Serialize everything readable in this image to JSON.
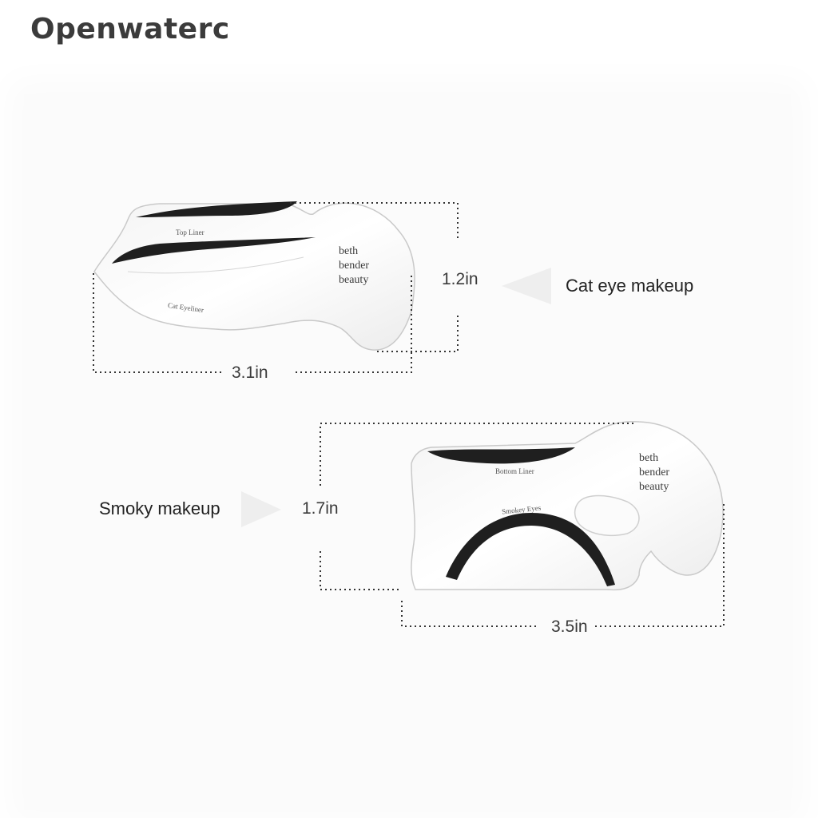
{
  "brand": "Openwaterc",
  "product": {
    "cat_eye": {
      "name": "Cat eye makeup",
      "width": "3.1in",
      "height": "1.2in",
      "stencil_brand": [
        "beth",
        "bender",
        "beauty"
      ],
      "top_label": "Top Liner",
      "bottom_label": "Cat Eyeliner"
    },
    "smoky": {
      "name": "Smoky makeup",
      "width": "3.5in",
      "height": "1.7in",
      "stencil_brand": [
        "beth",
        "bender",
        "beauty"
      ],
      "top_label": "Bottom Liner",
      "bottom_label": "Smokey Eyes"
    }
  }
}
